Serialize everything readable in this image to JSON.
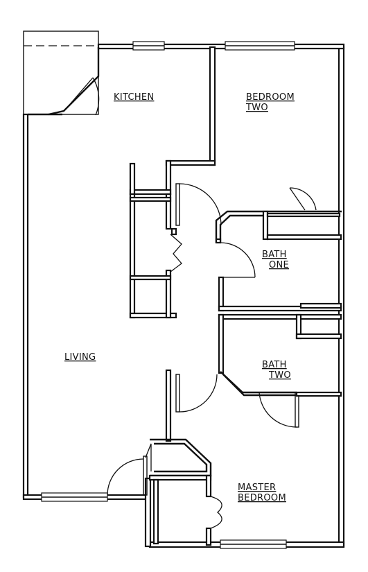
{
  "rooms": {
    "kitchen": "KITCHEN",
    "bedroom_two_line1": "BEDROOM",
    "bedroom_two_line2": "TWO",
    "bath_one_line1": "BATH",
    "bath_one_line2": "ONE",
    "living": "LIVING",
    "bath_two_line1": "BATH",
    "bath_two_line2": "TWO",
    "master_line1": "MASTER",
    "master_line2": "BEDROOM"
  }
}
